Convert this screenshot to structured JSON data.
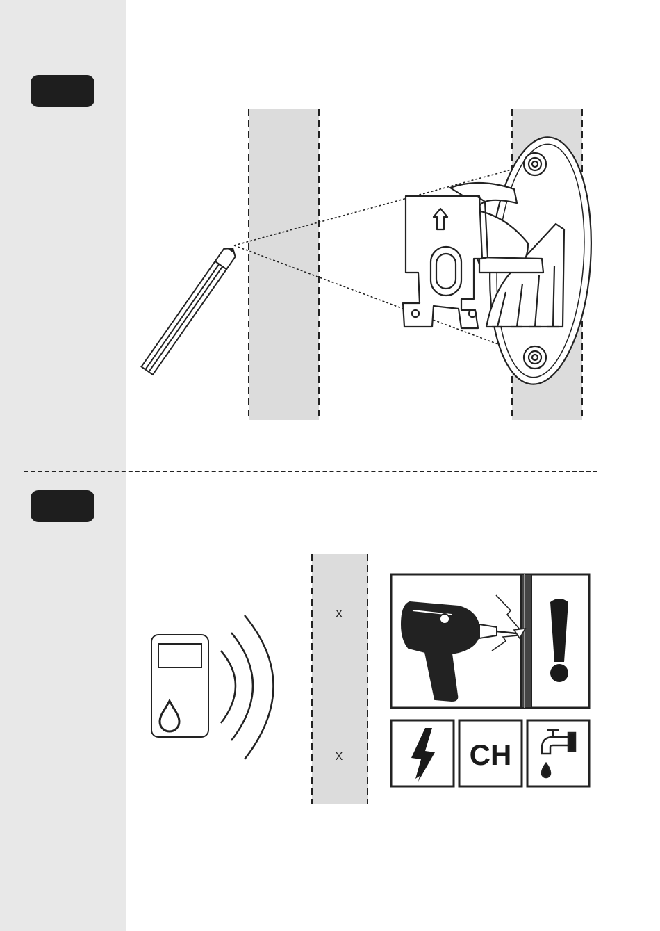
{
  "steps": [
    {
      "number": ""
    },
    {
      "number": ""
    }
  ],
  "figure2": {
    "drill_marks": [
      "X",
      "X"
    ],
    "hazard_icons": [
      {
        "icon": "electric-lightning-icon"
      },
      {
        "icon": "central-heating-icon",
        "label": "CH"
      },
      {
        "icon": "water-tap-icon"
      }
    ]
  },
  "colors": {
    "sidebar": "#e8e8e8",
    "badge": "#1e1e1e",
    "stud": "#dcdcdc"
  }
}
